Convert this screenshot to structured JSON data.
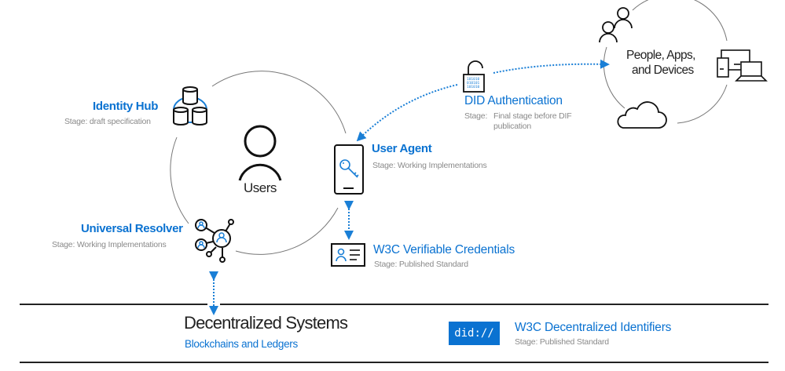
{
  "diagram": {
    "center": {
      "label": "Users"
    },
    "peer_cluster": {
      "label_line1": "People, Apps,",
      "label_line2": "and Devices"
    },
    "components": {
      "identity_hub": {
        "title": "Identity Hub",
        "stage": "Stage:  draft specification",
        "icon": "database-cluster-icon"
      },
      "universal_resolver": {
        "title": "Universal Resolver",
        "stage": "Stage: Working Implementations",
        "icon": "network-nodes-icon"
      },
      "user_agent": {
        "title": "User Agent",
        "stage": "Stage: Working Implementations",
        "icon": "phone-key-icon"
      },
      "did_auth": {
        "title": "DID Authentication",
        "stage_label": "Stage:",
        "stage_line1": "Final stage before DIF",
        "stage_line2": "publication",
        "icon": "binary-lock-icon"
      },
      "verifiable_credentials": {
        "title": "W3C Verifiable Credentials",
        "stage": "Stage: Published Standard",
        "icon": "id-card-icon"
      },
      "did_identifiers": {
        "badge": "did://",
        "title": "W3C Decentralized Identifiers",
        "stage": "Stage: Published Standard"
      }
    },
    "foundation": {
      "title": "Decentralized Systems",
      "subtitle": "Blockchains and Ledgers"
    },
    "colors": {
      "accent": "#0a72d1",
      "stage_text": "#8a8a8a",
      "line": "#222222",
      "circle": "#777777"
    }
  }
}
